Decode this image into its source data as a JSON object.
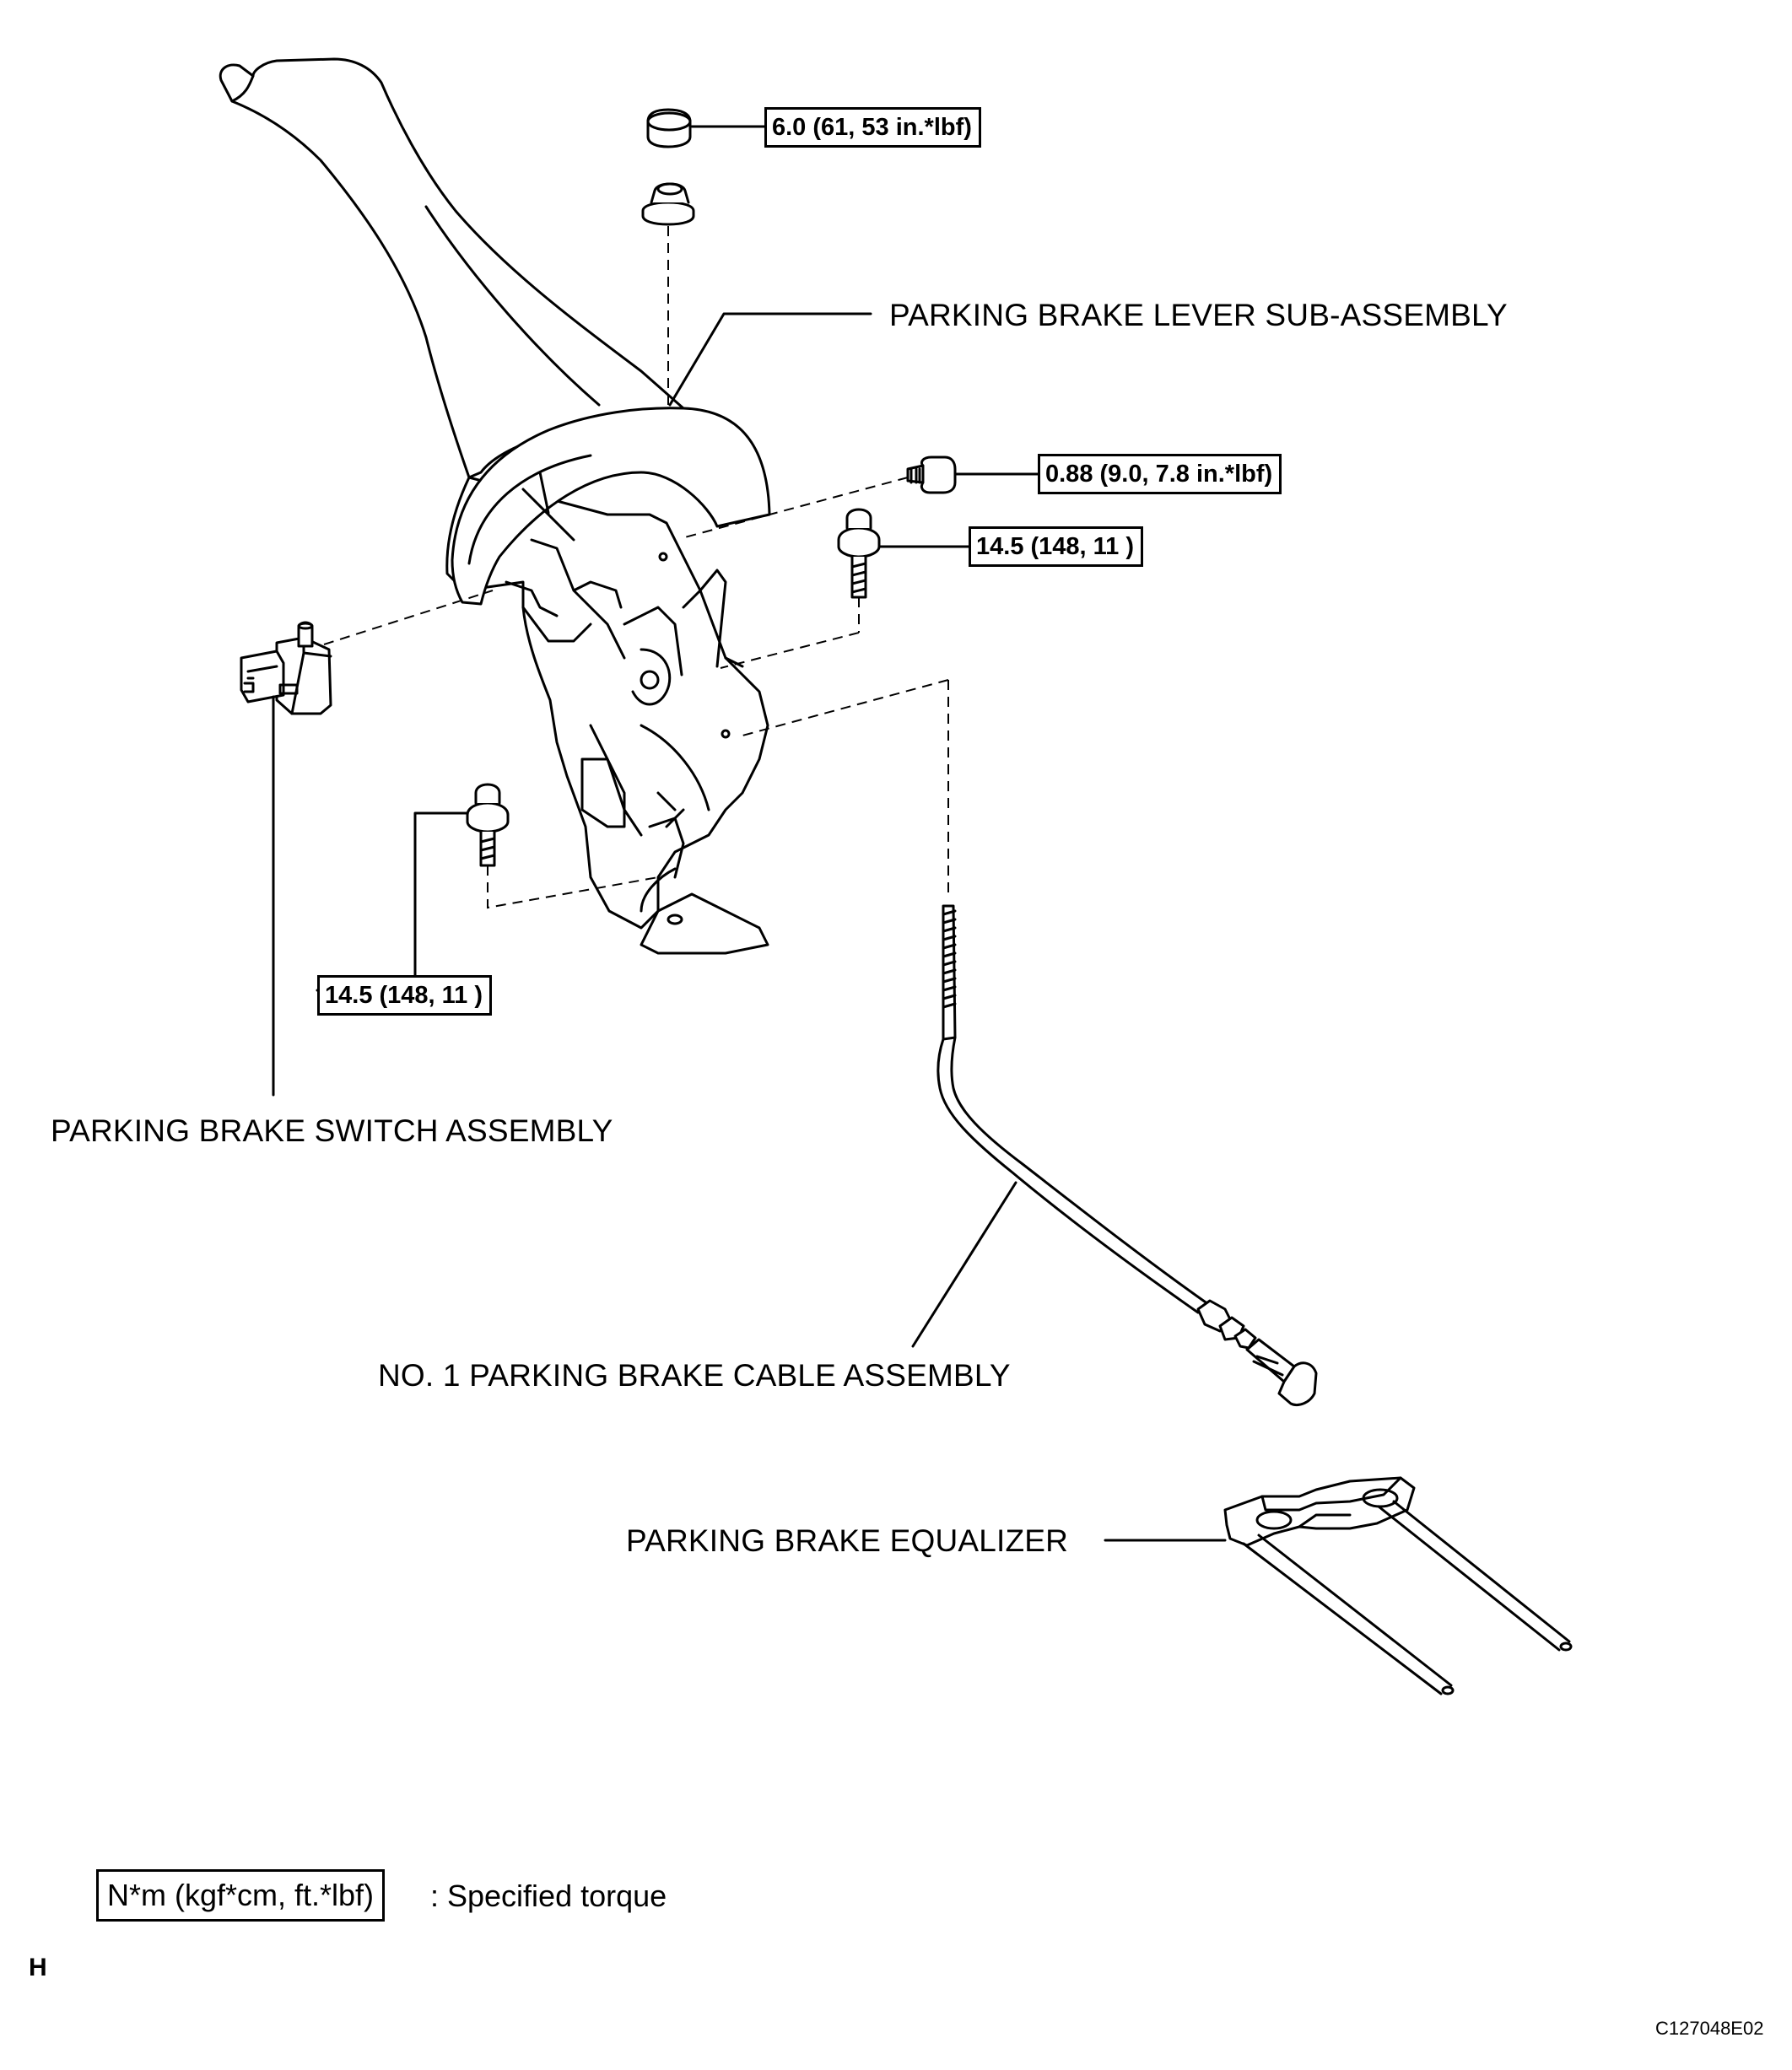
{
  "labels": {
    "lever": "PARKING BRAKE LEVER SUB-ASSEMBLY",
    "switch": "PARKING BRAKE SWITCH ASSEMBLY",
    "cable": "NO. 1 PARKING BRAKE CABLE ASSEMBLY",
    "equalizer": "PARKING BRAKE EQUALIZER"
  },
  "torques": {
    "nut": "6.0 (61, 53 in.*lbf)",
    "screw": "0.88 (9.0, 7.8 in.*lbf)",
    "bolt_upper": "14.5 (148, 11 )",
    "bolt_lower": "14.5 (148, 11 )"
  },
  "legend": {
    "units": "N*m (kgf*cm, ft.*lbf)",
    "text": ": Specified torque"
  },
  "corner": {
    "left": "H",
    "right": "C127048E02"
  }
}
